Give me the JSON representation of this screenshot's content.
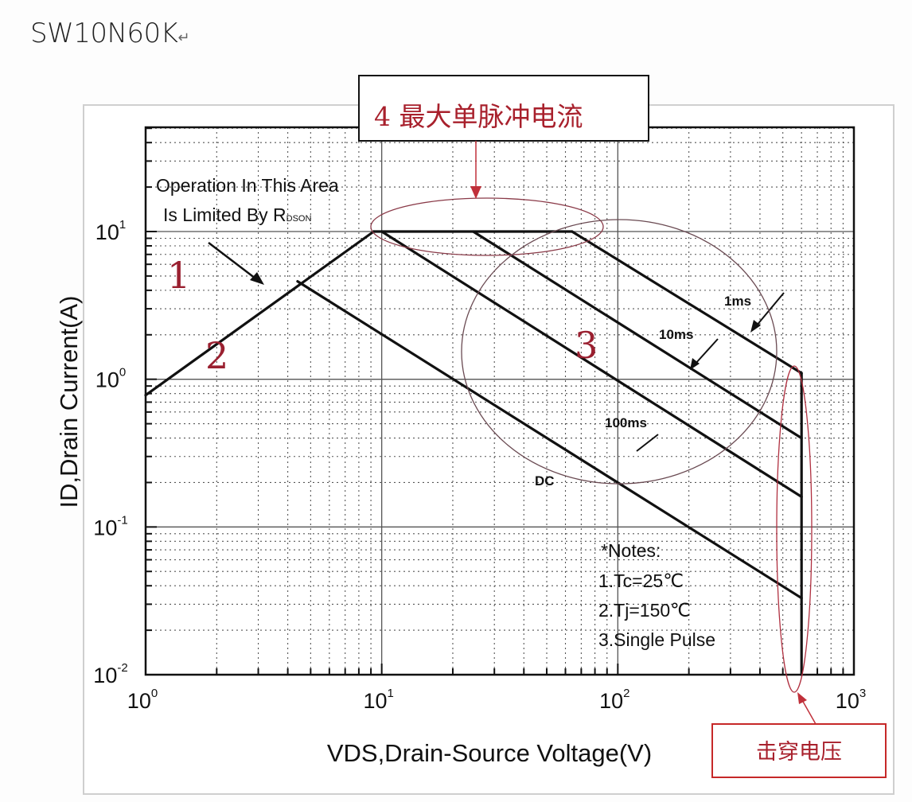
{
  "page_title": "SW10N60K",
  "return_glyph": "↵",
  "chart_data": {
    "type": "line",
    "title": "",
    "xlabel": "VDS,Drain-Source Voltage(V)",
    "ylabel": "ID,Drain Current(A)",
    "x_scale": "log",
    "y_scale": "log",
    "xlim": [
      1,
      1000
    ],
    "ylim": [
      0.01,
      50
    ],
    "grid": true,
    "x_ticks": [
      {
        "base": "10",
        "exp": "0",
        "value": 1
      },
      {
        "base": "10",
        "exp": "1",
        "value": 10
      },
      {
        "base": "10",
        "exp": "2",
        "value": 100
      },
      {
        "base": "10",
        "exp": "3",
        "value": 1000
      }
    ],
    "y_ticks": [
      {
        "base": "10",
        "exp": "-2",
        "value": 0.01
      },
      {
        "base": "10",
        "exp": "-1",
        "value": 0.1
      },
      {
        "base": "10",
        "exp": "0",
        "value": 1
      },
      {
        "base": "10",
        "exp": "1",
        "value": 10
      }
    ],
    "series": [
      {
        "key": "rdson",
        "points": [
          [
            1,
            0.78
          ],
          [
            9.25,
            10
          ]
        ]
      },
      {
        "key": "current-limit",
        "points": [
          [
            9.25,
            10
          ],
          [
            64,
            10
          ]
        ]
      },
      {
        "name": "1ms",
        "points": [
          [
            64,
            10
          ],
          [
            600,
            1.1
          ]
        ]
      },
      {
        "name": "10ms",
        "points": [
          [
            24.4,
            10
          ],
          [
            600,
            0.4
          ]
        ]
      },
      {
        "name": "100ms",
        "points": [
          [
            10,
            10
          ],
          [
            600,
            0.16
          ]
        ]
      },
      {
        "name": "DC",
        "points": [
          [
            4.4,
            4.6
          ],
          [
            600,
            0.033
          ]
        ]
      },
      {
        "key": "breakdown",
        "points": [
          [
            600,
            1.1
          ],
          [
            600,
            0.01
          ]
        ]
      }
    ],
    "annotations": {
      "rdson_note_line1": "Operation In This Area",
      "rdson_note_line2": "Is Limited By R",
      "rdson_subscript": "DSON",
      "notes_title": "*Notes:",
      "notes": [
        "1.Tc=25℃",
        "2.Tj=150℃",
        "3.Single Pulse"
      ],
      "marker_1": "1",
      "marker_2": "2",
      "marker_3": "3",
      "max_pulse_current_box": "4 最大单脉冲电流",
      "breakdown_voltage_box": "击穿电压"
    },
    "colors": {
      "lines": "#111111",
      "annotation_red": "#b0202a",
      "box_red": "#c62828",
      "grid": "#555555"
    }
  }
}
